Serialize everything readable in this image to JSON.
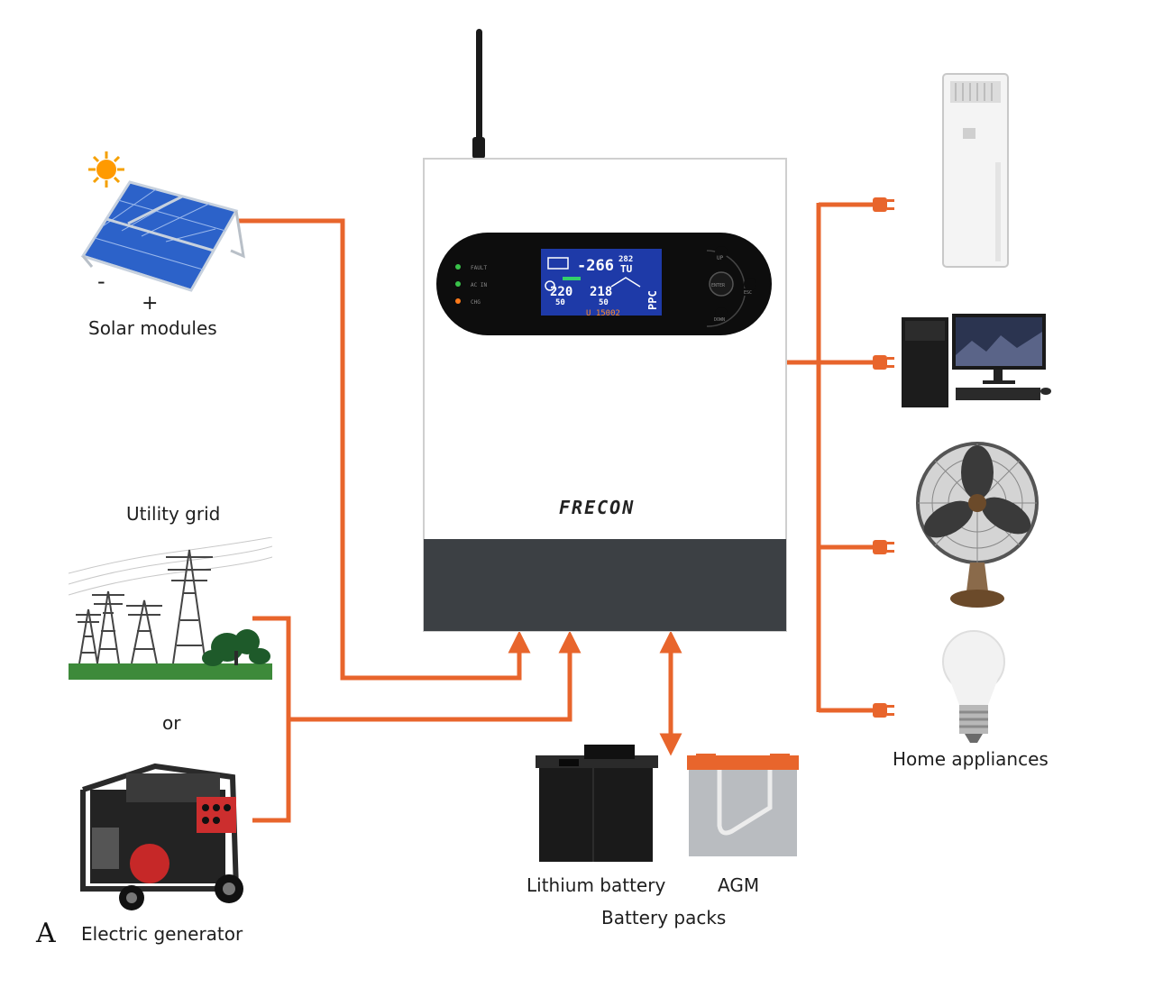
{
  "figure_letter": "A",
  "labels": {
    "solar": "Solar modules",
    "solar_minus": "-",
    "solar_plus": "+",
    "utility": "Utility grid",
    "or": "or",
    "generator": "Electric generator",
    "lithium": "Lithium battery",
    "agm": "AGM",
    "battery_packs": "Battery packs",
    "home": "Home appliances"
  },
  "inverter": {
    "brand": "FRECON",
    "lcd": {
      "top_value": "-266",
      "top_small": "282",
      "top_unit": "TU",
      "left_value": "220",
      "left_sub": "50",
      "mid_value": "218",
      "mid_sub": "50",
      "right_unit": "PPC",
      "version": "U 15002"
    },
    "indicators": [
      "FAULT",
      "AC IN",
      "CHG"
    ],
    "buttons": [
      "UP",
      "ENTER",
      "ESC",
      "DOWN"
    ]
  },
  "colors": {
    "connector": "#e8652c",
    "inverter_body": "#ffffff",
    "inverter_base": "#3c4044",
    "panel_dark": "#0d0d0d",
    "lcd": "#1e3aa8"
  }
}
